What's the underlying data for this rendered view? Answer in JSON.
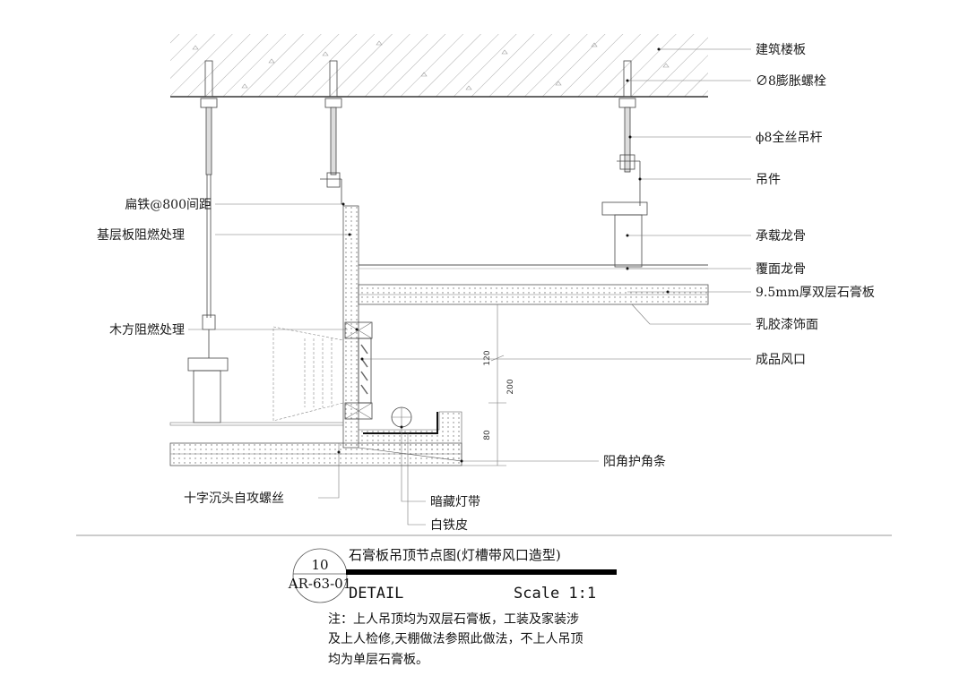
{
  "labels_right": [
    {
      "id": "slab",
      "text": "建筑楼板"
    },
    {
      "id": "anchor",
      "text": "∅8膨胀螺栓"
    },
    {
      "id": "rod",
      "text": "ϕ8全丝吊杆"
    },
    {
      "id": "hanger",
      "text": "吊件"
    },
    {
      "id": "main_keel",
      "text": "承载龙骨"
    },
    {
      "id": "cover_keel",
      "text": "覆面龙骨"
    },
    {
      "id": "gypsum",
      "text": "9.5mm厚双层石膏板"
    },
    {
      "id": "paint",
      "text": "乳胶漆饰面"
    },
    {
      "id": "vent",
      "text": "成品风口"
    },
    {
      "id": "corner",
      "text": "阳角护角条"
    }
  ],
  "labels_left": [
    {
      "id": "flat_iron",
      "text": "扁铁@800间距"
    },
    {
      "id": "base_board",
      "text": "基层板阻燃处理"
    },
    {
      "id": "wood",
      "text": "木方阻燃处理"
    },
    {
      "id": "screw",
      "text": "十字沉头自攻螺丝"
    }
  ],
  "labels_bottom": [
    {
      "id": "light",
      "text": "暗藏灯带"
    },
    {
      "id": "tin",
      "text": "白铁皮"
    }
  ],
  "dimensions": {
    "upper": "120",
    "total": "200",
    "lower": "80"
  },
  "title_block": {
    "number": "10",
    "sheet": "AR-63-01",
    "title": "石膏板吊顶节点图(灯槽带风口造型)",
    "detail": "DETAIL",
    "scale": "Scale 1:1"
  },
  "notes": [
    "注：上人吊顶均为双层石膏板，工装及家装涉",
    "及上人检修,天棚做法参照此做法，不上人吊顶",
    "均为单层石膏板。"
  ]
}
